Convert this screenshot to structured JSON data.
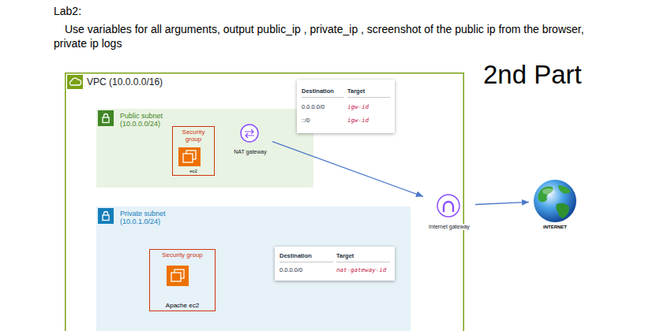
{
  "diagram": {
    "nodes": [
      {
        "text": [
          "VPC (10.0.0.0/16)"
        ]
      },
      {
        "text": [
          "Destination",
          "Target",
          "0.0.0.0/0",
          "igw-id",
          "::/0",
          "igw-id"
        ],
        "in": 0
      },
      {
        "text": [
          "Public subnet (10.0.0.0/24)"
        ],
        "in": 0
      },
      {
        "text": [
          "Security group",
          "ec2"
        ],
        "in": 2
      },
      {
        "text": [
          "NAT gateway"
        ],
        "in": 2
      },
      {
        "text": [
          "Private subnet (10.0.1.0/24)"
        ],
        "in": 0
      },
      {
        "text": [
          "Security group",
          "Apache ec2"
        ],
        "in": 5
      },
      {
        "text": [
          "Destination",
          "Target",
          "0.0.0.0/0",
          "nat-gateway-id"
        ],
        "in": 5
      },
      {
        "text": [
          "Internet gateway"
        ]
      },
      {
        "text": [
          "INTERNET"
        ]
      }
    ],
    "edges": [
      {
        "from": 4,
        "to": 8,
        "arrow": "to"
      },
      {
        "from": 8,
        "to": 9,
        "arrow": "to"
      }
    ],
    "labels": [
      "Lab2:",
      "Use variables for all arguments, output public_ip , private_ip , screenshot of the public ip from the browser, private ip logs",
      "2nd Part"
    ]
  }
}
